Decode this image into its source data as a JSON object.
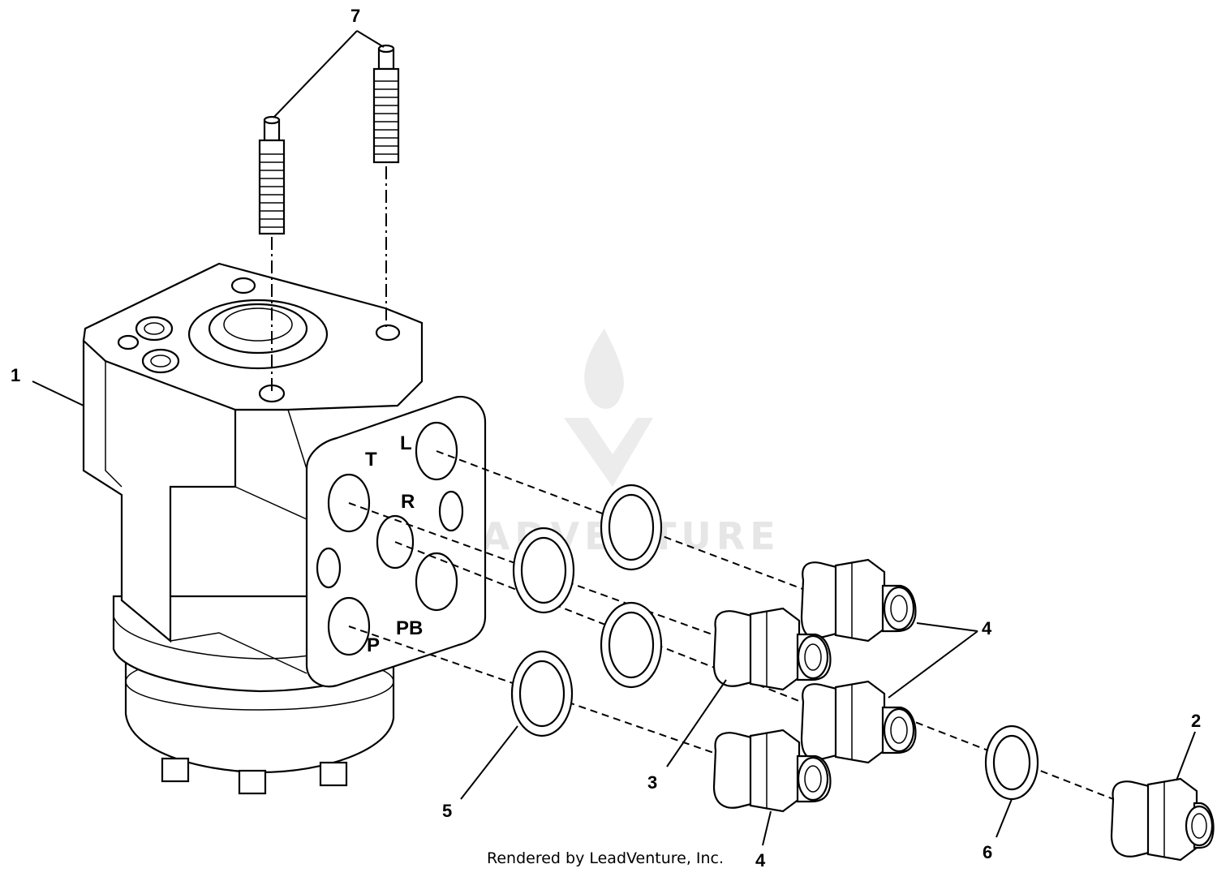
{
  "callouts": {
    "c1": "1",
    "c2": "2",
    "c3": "3",
    "c4a": "4",
    "c4b": "4",
    "c5": "5",
    "c6": "6",
    "c7": "7"
  },
  "port_labels": {
    "t": "T",
    "l": "L",
    "r": "R",
    "p": "P",
    "pb": "PB"
  },
  "watermark": {
    "text": "LEADVENTURE"
  },
  "footer": {
    "credit": "Rendered by LeadVenture, Inc."
  }
}
